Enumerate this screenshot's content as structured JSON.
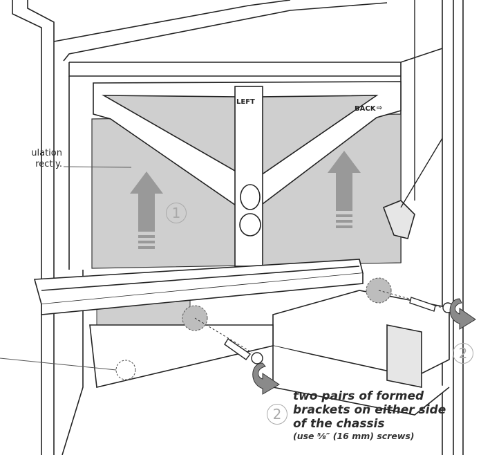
{
  "diagram": {
    "labels": {
      "left": "LEFT",
      "back": "BACK"
    },
    "note_line1": "ulation",
    "note_line2": "rectly.",
    "marker_insulation": "1",
    "marker_bracket_right": "2",
    "marker_bracket_caption": "2",
    "caption": {
      "line1": "two pairs of formed",
      "line2": "brackets on either side",
      "line3": "of the chassis",
      "line4": "(use ⅝″ (16 mm) screws)"
    }
  }
}
